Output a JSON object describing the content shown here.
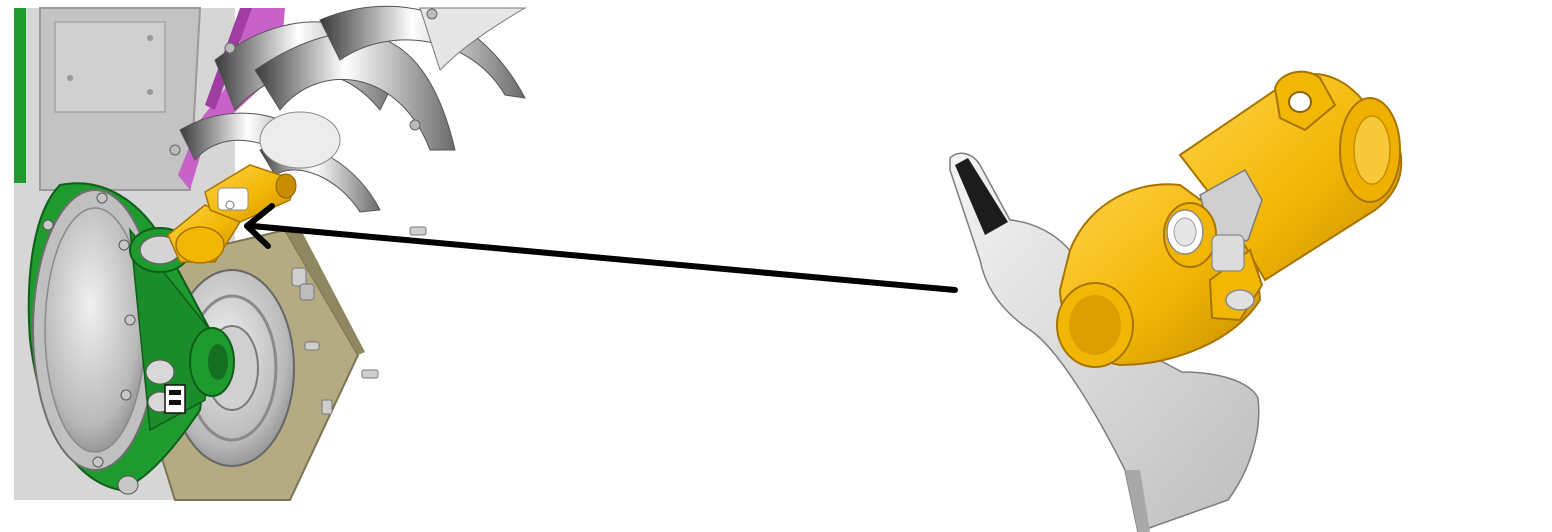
{
  "diagram": {
    "type": "exploded-assembly-illustration",
    "parts": [
      {
        "name": "gearbox-housing",
        "color_name": "green"
      },
      {
        "name": "auger-flighting",
        "color_name": "gray"
      },
      {
        "name": "frame-plate",
        "color_name": "light-gray"
      },
      {
        "name": "side-panel",
        "color_name": "magenta"
      },
      {
        "name": "mounting-plate",
        "color_name": "olive"
      },
      {
        "name": "universal-joint",
        "color_name": "yellow"
      },
      {
        "name": "shield-bracket",
        "color_name": "light-gray"
      }
    ],
    "callout": {
      "from": "universal-joint-detail",
      "to": "universal-joint-installed",
      "style": "arrow"
    }
  },
  "colors": {
    "green": "#1e9a2e",
    "green_dark": "#12701f",
    "yellow": "#f2b705",
    "yellow_dark": "#c98e00",
    "gray": "#c8c8c8",
    "gray_dark": "#8c8c8c",
    "magenta": "#c862c8",
    "olive": "#b5ab82",
    "arrow": "#000000"
  }
}
